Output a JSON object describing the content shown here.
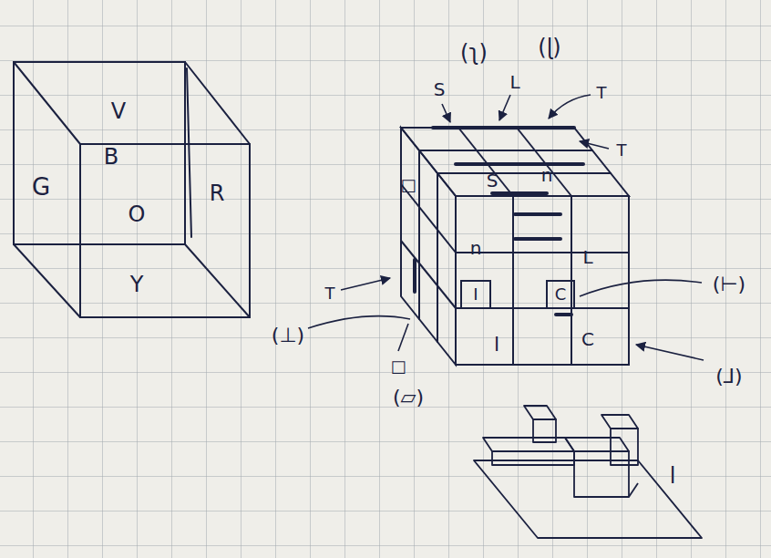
{
  "diagram": {
    "labels": [
      "V",
      "B",
      "G",
      "O",
      "R",
      "Y",
      "(ʅ)",
      "(ɭ)",
      "S",
      "L",
      "T",
      "T",
      "S",
      "n",
      "□",
      "n",
      "L",
      "I",
      "C",
      "l",
      "C",
      "T",
      "(⊥)",
      "□",
      "(▱)",
      "(⊢)",
      "(⅃)",
      "l"
    ]
  }
}
